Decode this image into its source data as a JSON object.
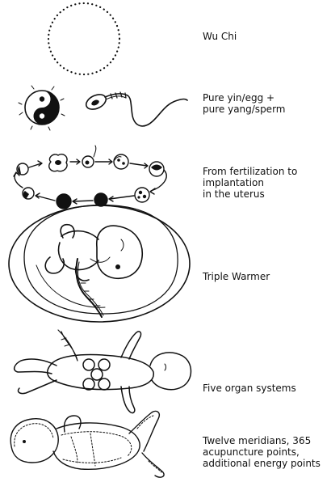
{
  "stages": [
    {
      "lines": [
        "Wu Chi"
      ]
    },
    {
      "lines": [
        "Pure yin/egg +",
        "pure yang/sperm"
      ]
    },
    {
      "lines": [
        "From fertilization to",
        "implantation",
        "in the uterus"
      ]
    },
    {
      "lines": [
        "Triple Warmer"
      ]
    },
    {
      "lines": [
        "Five organ systems"
      ]
    },
    {
      "lines": [
        "Twelve meridians, 365",
        "acupuncture points,",
        "additional energy points"
      ]
    }
  ],
  "colors": {
    "ink": "#111111",
    "background": "#ffffff"
  }
}
